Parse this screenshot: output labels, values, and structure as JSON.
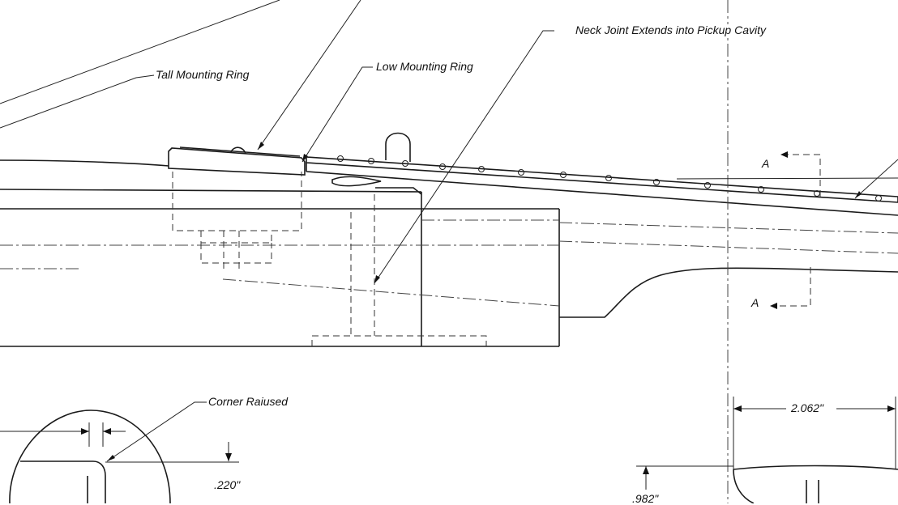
{
  "labels": {
    "tall_ring": "Tall Mounting Ring",
    "low_ring": "Low Mounting Ring",
    "neck_joint": "Neck Joint Extends into Pickup Cavity",
    "corner": "Corner Raiused",
    "dim_width": "2.062\"",
    "dim_220": ".220\"",
    "dim_982": ".982\"",
    "section_top": "A",
    "section_bottom": "A"
  }
}
